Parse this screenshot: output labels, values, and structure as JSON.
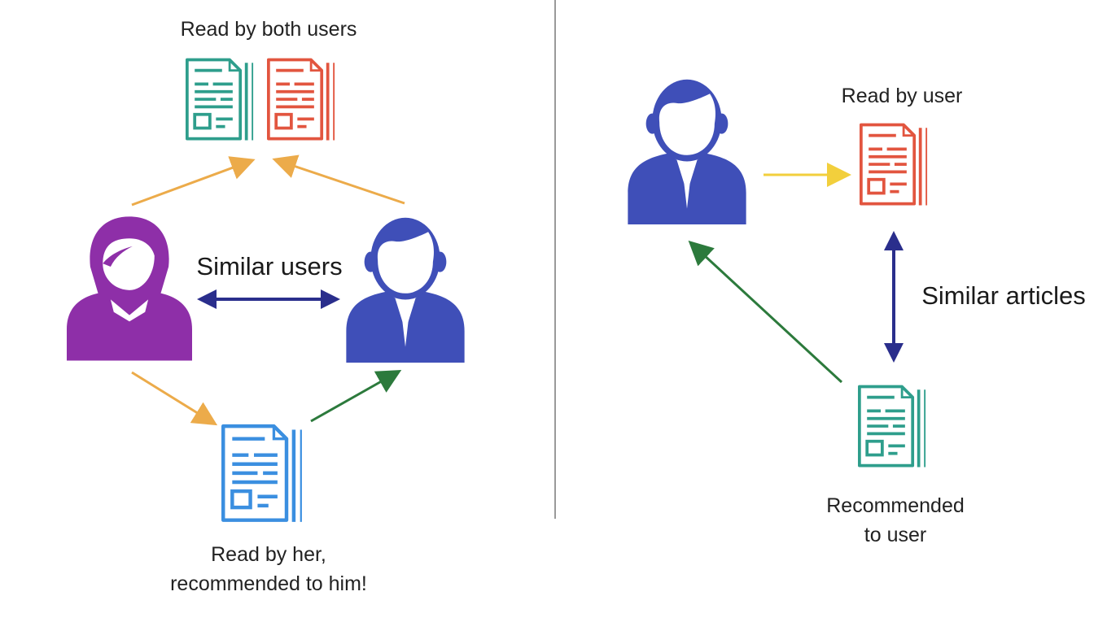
{
  "collaborative": {
    "top_label": "Read by both users",
    "middle_label": "Similar users",
    "bottom_label_line1": "Read by her,",
    "bottom_label_line2": "recommended to him!"
  },
  "content_based": {
    "top_label": "Read by user",
    "middle_label": "Similar articles",
    "bottom_label_line1": "Recommended",
    "bottom_label_line2": "to user"
  },
  "icons": {
    "woman": "woman-user-icon",
    "man": "man-user-icon",
    "document": "document-icon"
  },
  "colors": {
    "teal_document": "#2e9e8c",
    "red_document": "#e2553f",
    "blue_document": "#3b8fe0",
    "woman_user": "#8e2fa8",
    "man_user": "#3f4fb8",
    "orange_arrow": "#ecab4a",
    "yellow_arrow": "#f2cf3c",
    "green_arrow": "#2c7a3c",
    "navy_arrow": "#2a2e8c",
    "divider": "#9a9a9a"
  }
}
